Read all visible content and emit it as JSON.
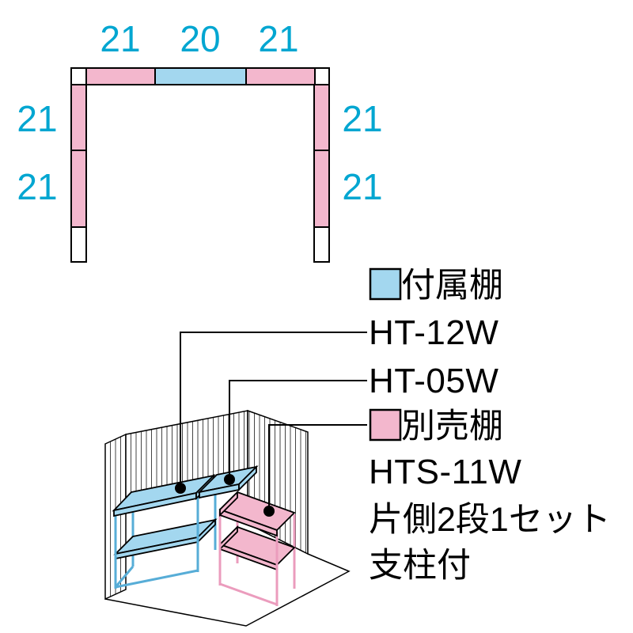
{
  "colors": {
    "shelf_blue": "#a3d7ef",
    "shelf_pink": "#f3b7cd",
    "dim_text": "#00a6d1",
    "leg_blue": "#57add7",
    "leg_pink": "#eb9cbd"
  },
  "plan": {
    "top_labels": [
      "21",
      "20",
      "21"
    ],
    "left_labels": [
      "21",
      "21"
    ],
    "right_labels": [
      "21",
      "21"
    ]
  },
  "legend": {
    "included_label": "付属棚",
    "included_model_1": "HT-12W",
    "included_model_2": "HT-05W",
    "optional_label": "別売棚",
    "optional_model": "HTS-11W",
    "optional_note_1": "片側2段1セット",
    "optional_note_2": "支柱付"
  }
}
